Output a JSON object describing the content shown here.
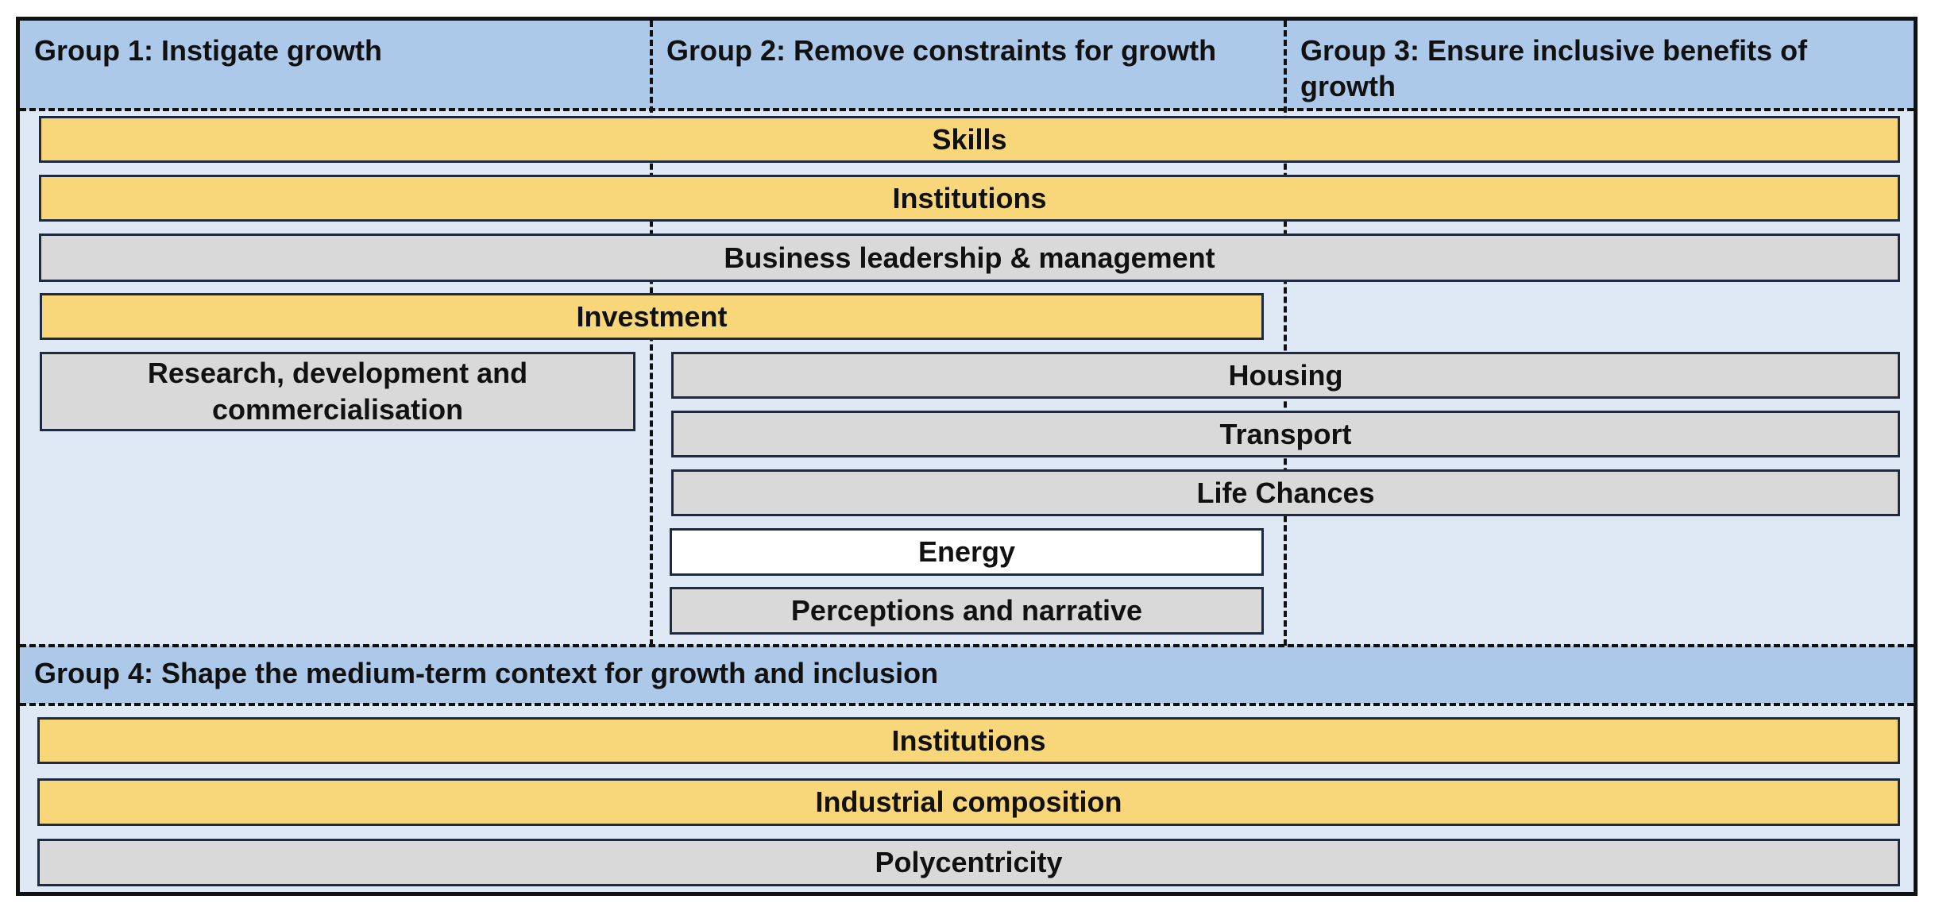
{
  "groups": {
    "g1": "Group 1: Instigate growth",
    "g2": "Group 2: Remove constraints for growth",
    "g3": "Group 3: Ensure inclusive benefits of growth",
    "g4": "Group 4: Shape the medium-term context for growth and inclusion"
  },
  "bars": {
    "skills": "Skills",
    "institutions_top": "Institutions",
    "business": "Business leadership & management",
    "investment": "Investment",
    "research": "Research, development and commercialisation",
    "housing": "Housing",
    "transport": "Transport",
    "life_chances": "Life Chances",
    "energy": "Energy",
    "perceptions": "Perceptions and narrative",
    "institutions_bottom": "Institutions",
    "industrial": "Industrial composition",
    "polycentricity": "Polycentricity"
  },
  "colors": {
    "header_blue": "#adc9ea",
    "panel_blue": "#dfe8f5",
    "yellow": "#f7d77a",
    "grey": "#d9d9d9",
    "white": "#ffffff"
  }
}
